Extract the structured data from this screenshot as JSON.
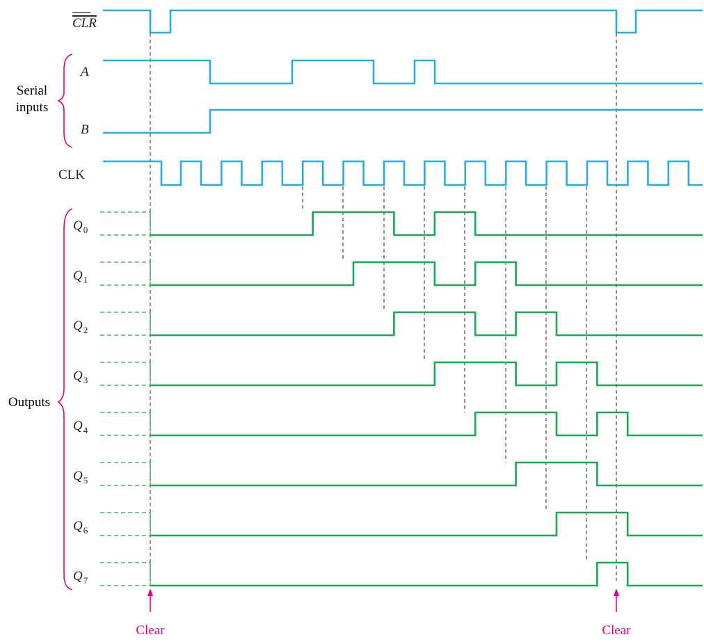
{
  "colors": {
    "input_wave": "#29abe2",
    "output_wave": "#1aa653",
    "accent": "#e5007d",
    "dashed": "#231f20",
    "text": "#231f20"
  },
  "signals": {
    "clr": {
      "label": "CLR",
      "overline": true,
      "levels": "0-1 clock units low then 1; low again at about 11.4"
    },
    "a": {
      "label": "A"
    },
    "b": {
      "label": "B"
    },
    "clk": {
      "label": "CLK"
    }
  },
  "outputs": [
    {
      "name": "Q",
      "sub": "0",
      "high_intervals": [
        [
          4,
          6
        ],
        [
          7,
          8
        ]
      ]
    },
    {
      "name": "Q",
      "sub": "1",
      "high_intervals": [
        [
          5,
          7
        ],
        [
          8,
          9
        ]
      ]
    },
    {
      "name": "Q",
      "sub": "2",
      "high_intervals": [
        [
          6,
          8
        ],
        [
          9,
          10
        ]
      ]
    },
    {
      "name": "Q",
      "sub": "3",
      "high_intervals": [
        [
          7,
          9
        ],
        [
          10,
          11
        ]
      ]
    },
    {
      "name": "Q",
      "sub": "4",
      "high_intervals": [
        [
          8,
          10
        ],
        [
          11,
          11.75
        ]
      ]
    },
    {
      "name": "Q",
      "sub": "5",
      "high_intervals": [
        [
          9,
          11
        ]
      ]
    },
    {
      "name": "Q",
      "sub": "6",
      "high_intervals": [
        [
          10,
          11.75
        ]
      ]
    },
    {
      "name": "Q",
      "sub": "7",
      "high_intervals": [
        [
          11,
          11.75
        ]
      ]
    }
  ],
  "groups": {
    "serial_line1": "Serial",
    "serial_line2": "inputs",
    "outputs": "Outputs"
  },
  "annotations": {
    "clear_left": "Clear",
    "clear_right": "Clear"
  }
}
